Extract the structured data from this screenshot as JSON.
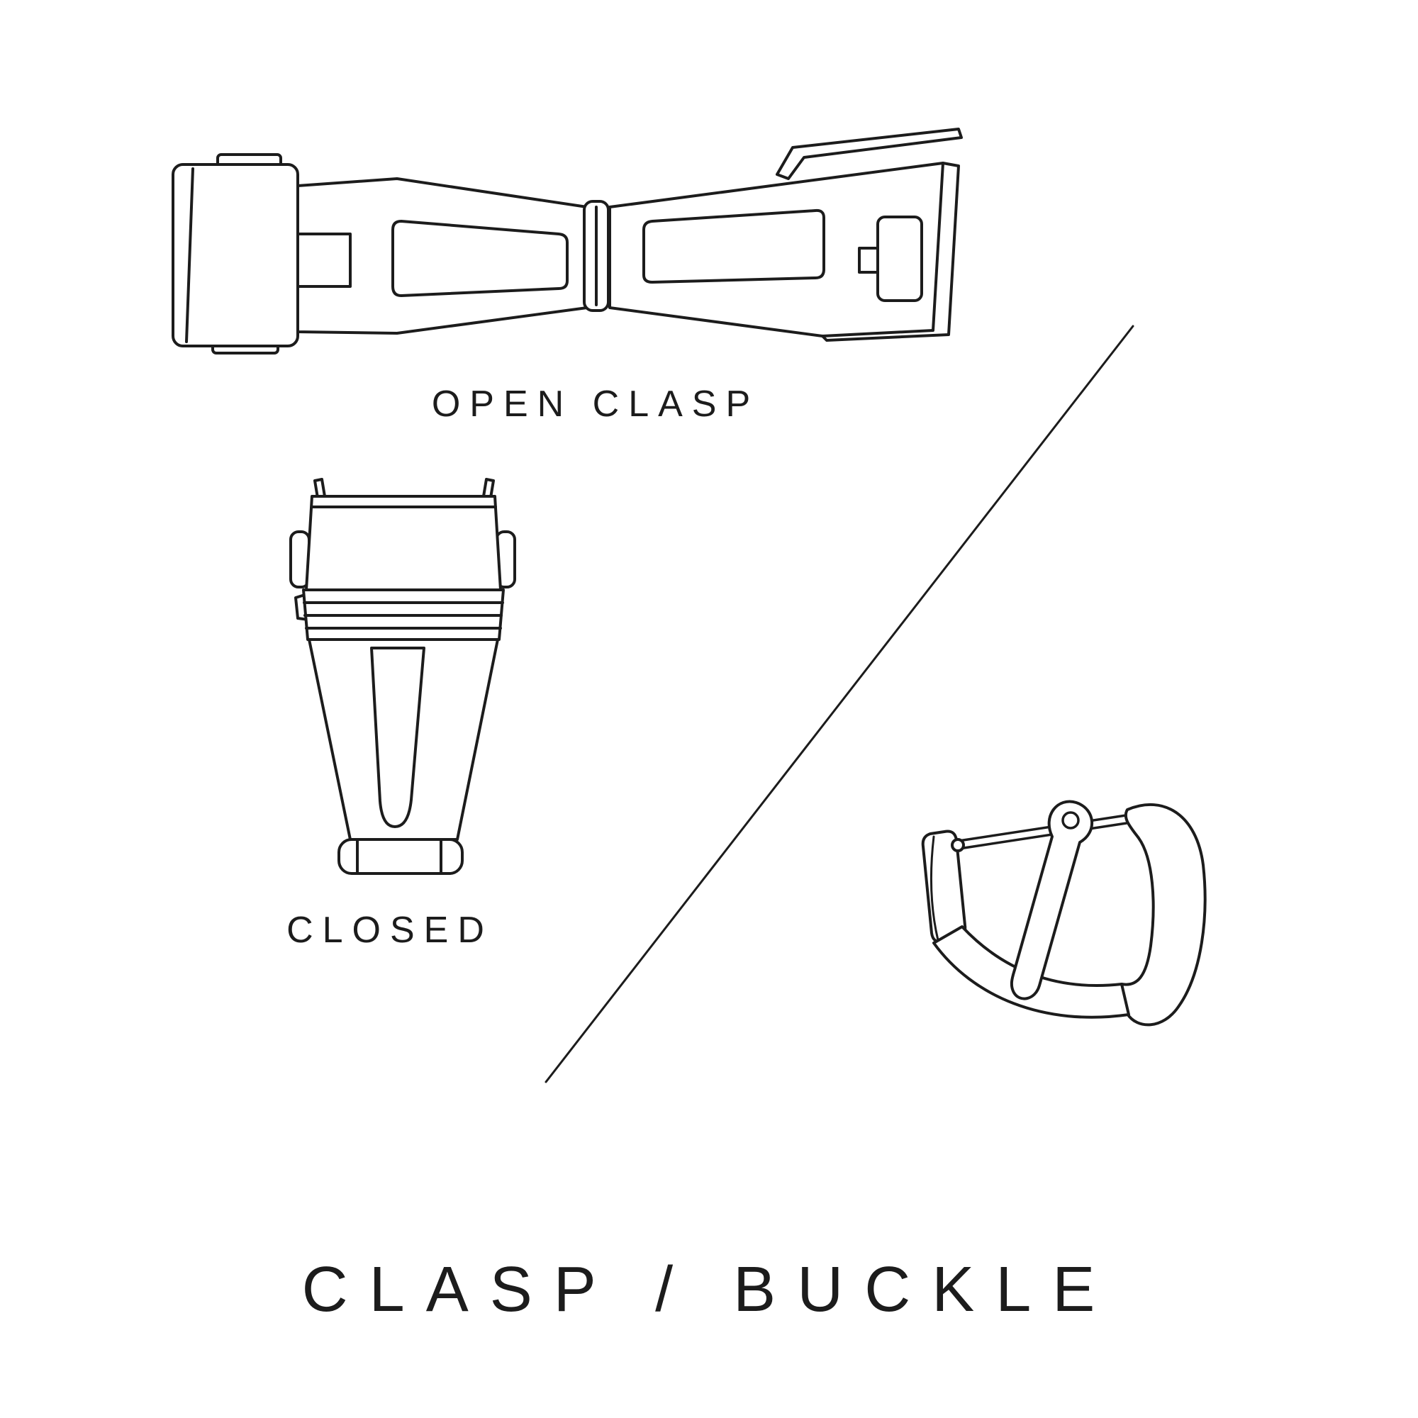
{
  "canvas": {
    "background": "#ffffff",
    "line_color": "#1c1c1c"
  },
  "illustrations": {
    "open_clasp": {
      "caption": "OPEN CLASP"
    },
    "closed_clasp": {
      "caption": "CLOSED"
    },
    "buckle": {
      "caption": ""
    }
  },
  "title": "CLASP / BUCKLE"
}
